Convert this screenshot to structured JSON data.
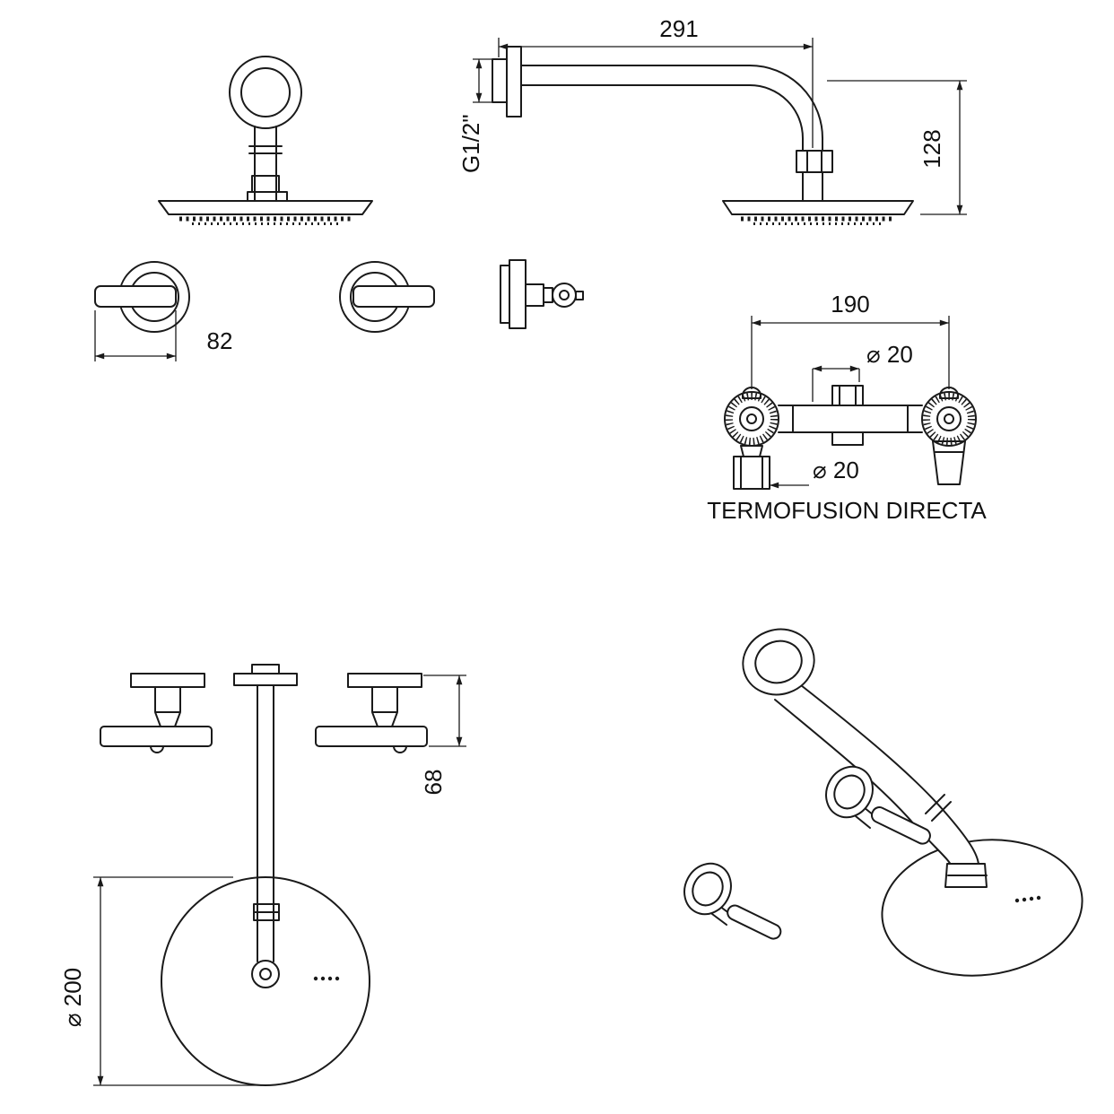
{
  "drawing": {
    "background": "#ffffff",
    "line_color": "#1a1a1a",
    "labels": {
      "arm_length": "291",
      "thread": "G1/2\"",
      "arm_drop": "128",
      "handle_lever": "82",
      "mixer_centers": "190",
      "mixer_pipe_top": "⌀ 20",
      "mixer_pipe_bottom": "⌀ 20",
      "mixer_caption": "TERMOFUSION DIRECTA",
      "handle_depth": "68",
      "head_diameter": "⌀ 200"
    }
  }
}
